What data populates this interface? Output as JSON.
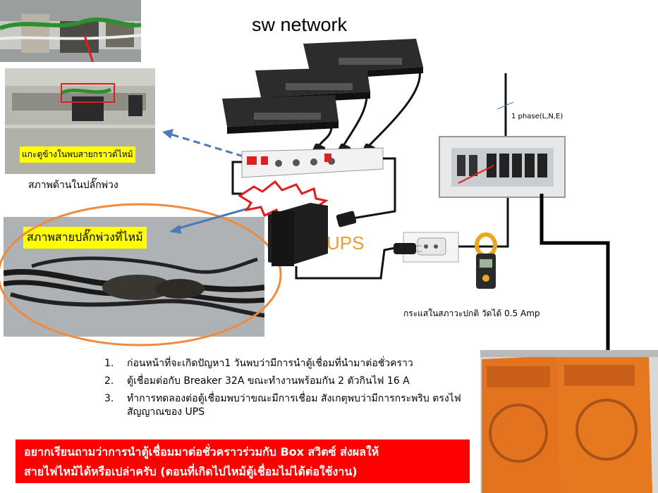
{
  "title": "sw network",
  "photos": {
    "plug_inside_top": {
      "label": "",
      "caption": ""
    },
    "plug_inside": {
      "label": "แกะดูข้างในพบสายกราวด์ไหม้",
      "caption": "สภาพด้านในปลั๊กพ่วง"
    },
    "burnt_cable": {
      "label": "สภาพสายปลั๊กพ่วงที่ไหม้"
    }
  },
  "ups_label": "UPS",
  "phase_label": "1 phase(L,N,E)",
  "current_caption": "กระแสในสภาวะปกติ วัดได้ 0.5 Amp",
  "notes": [
    {
      "num": "1.",
      "text": "ก่อนหน้าที่จะเกิดปัญหา1 วันพบว่ามีการนำตู้เชื่อมที่นำมาต่อชั่วคราว"
    },
    {
      "num": "2.",
      "text": "ตู้เชื่อมต่อกับ Breaker 32A ขณะทำงานพร้อมกัน 2 ตัวกินไฟ 16 A"
    },
    {
      "num": "3.",
      "text": "ทำการทดลองต่อตู้เชื่อมพบว่าขณะมีการเชื่อม สังเกตุพบว่ามีการกระพริบ ตรงไฟสัญญาณของ UPS"
    }
  ],
  "question_line1": "อยากเรียนถามว่าการนำตู้เชื่อมมาต่อชั่วคราวร่วมกับ Box สวิตซ์ ส่งผลให้",
  "question_line2": "สายไฟไหม้ได้หรือเปล่าครับ (ตอนที่เกิดไปไหม้ตู้เชื่อมไม่ได้ต่อใช้งาน)",
  "colors": {
    "yellow": "#ffff00",
    "red": "#ff0000",
    "orange": "#f39c2a",
    "ellipse": "#f08a3c",
    "arrow": "#4a7ab8"
  }
}
